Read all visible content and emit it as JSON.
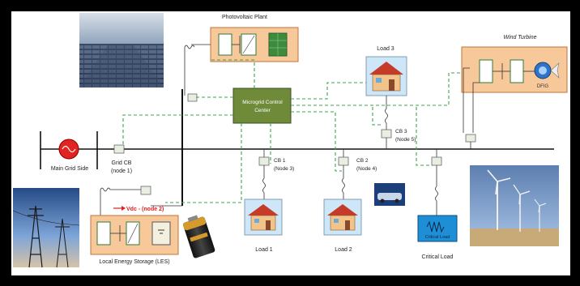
{
  "labels": {
    "photovoltaic_plant": "Photovoltaic Plant",
    "wind_turbine": "Wind Turbine",
    "dfig": "DFIG",
    "main_grid_side": "Main Grid Side",
    "grid_cb": "Grid CB",
    "grid_cb_node": "(node 1)",
    "microgrid_control_center_line1": "Microgrid Control",
    "microgrid_control_center_line2": "Center",
    "cb1": "CB 1",
    "cb1_node": "(Node 3)",
    "cb2": "CB 2",
    "cb2_node": "(Node 4)",
    "cb3": "CB 3",
    "cb3_node": "(Node 5)",
    "load1": "Load 1",
    "load2": "Load 2",
    "load3": "Load 3",
    "critical_load": "Critical Load",
    "critical_load_box": "Critical Load",
    "vdc_node": "Vdc - (node 2)",
    "local_energy_storage": "Local Energy Storage (LES)"
  },
  "colors": {
    "bus": "#111111",
    "control_link": "#3aa64a",
    "converter_box_fill": "#f7c99a",
    "converter_box_stroke": "#c0733a",
    "control_center_fill": "#6f8b3a",
    "critical_load_fill": "#1e8ed6",
    "vdc_arrow": "#e02020"
  }
}
